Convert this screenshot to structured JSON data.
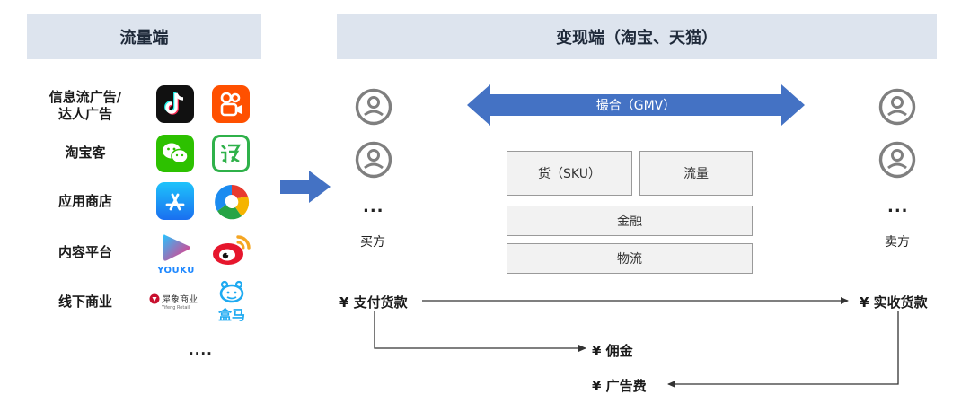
{
  "left": {
    "header": "流量端",
    "rows": [
      {
        "label": "信息流广告/\n达人广告",
        "icons": [
          "tiktok-icon",
          "kuaishou-icon"
        ]
      },
      {
        "label": "淘宝客",
        "icons": [
          "wechat-icon",
          "fanli-icon"
        ]
      },
      {
        "label": "应用商店",
        "icons": [
          "app-store-icon",
          "app-market-icon"
        ]
      },
      {
        "label": "内容平台",
        "icons": [
          "youku-icon",
          "weibo-icon"
        ]
      },
      {
        "label": "线下商业",
        "icons": [
          "ruoxi-retail-icon",
          "hema-icon"
        ]
      }
    ],
    "more": "....",
    "logo_text": {
      "youku": "YOUKU",
      "ruoxi": "犀象商业",
      "ruoxi_sub": "Yifeng Retail",
      "hema": "盒马"
    }
  },
  "right": {
    "header": "变现端（淘宝、天猫）",
    "match_label": "撮合（GMV）",
    "boxes": {
      "goods": "货（SKU）",
      "traffic": "流量",
      "finance": "金融",
      "logistics": "物流"
    },
    "buyer": {
      "label": "买方",
      "dots": "..."
    },
    "seller": {
      "label": "卖方",
      "dots": "..."
    }
  },
  "flows": {
    "pay": "¥ 支付货款",
    "receive": "¥ 实收货款",
    "commission": "¥ 佣金",
    "ad_fee": "¥ 广告费"
  },
  "colors": {
    "header_bg": "#dde4ee",
    "arrow_blue": "#4472c4",
    "person_grey": "#7f7f7f",
    "box_bg": "#f2f2f2"
  }
}
